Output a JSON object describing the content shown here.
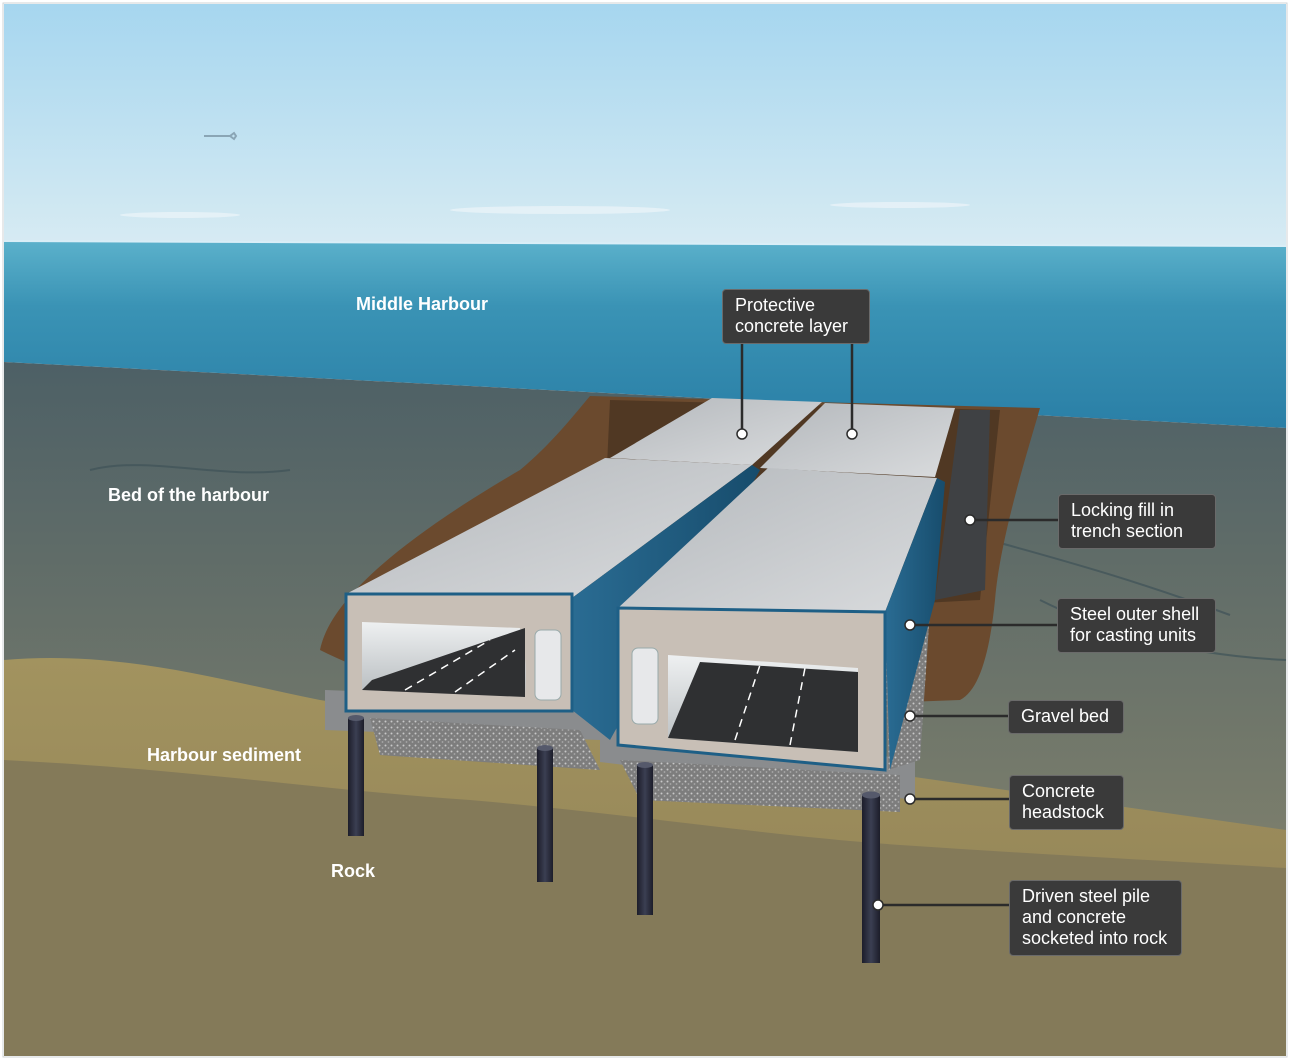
{
  "regions": {
    "middle_harbour": "Middle Harbour",
    "bed": "Bed of the harbour",
    "sediment": "Harbour sediment",
    "rock": "Rock"
  },
  "callouts": {
    "protective": {
      "line1": "Protective",
      "line2": "concrete layer"
    },
    "locking": {
      "line1": "Locking fill in",
      "line2": "trench section"
    },
    "steel_shell": {
      "line1": "Steel outer shell",
      "line2": "for casting units"
    },
    "gravel": {
      "line1": "Gravel bed"
    },
    "headstock": {
      "line1": "Concrete",
      "line2": "headstock"
    },
    "pile": {
      "line1": "Driven steel pile",
      "line2": "and concrete",
      "line3": "socketed into rock"
    }
  },
  "colors": {
    "sky_top": "#a9d6ee",
    "sea": "#3d93b4",
    "seabed": "#5f7479",
    "sediment": "#a49563",
    "rock": "#857a5a",
    "trench": "#5a3a22",
    "concrete": "#c9ccce",
    "steel_shell": "#1e5f86",
    "pile": "#2b2d3c",
    "callout_bg": "#3a3a3a"
  }
}
